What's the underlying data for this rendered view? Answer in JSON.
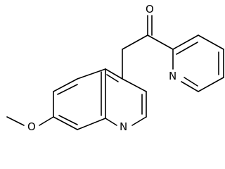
{
  "molecule": {
    "atom_labels": {
      "carbonyl_oxygen": "O",
      "pyridine_nitrogen": "N",
      "quinoline_nitrogen": "N",
      "methoxy_oxygen": "O"
    },
    "colors": {
      "bond": "#000000",
      "label": "#000000",
      "background": "#ffffff"
    }
  }
}
